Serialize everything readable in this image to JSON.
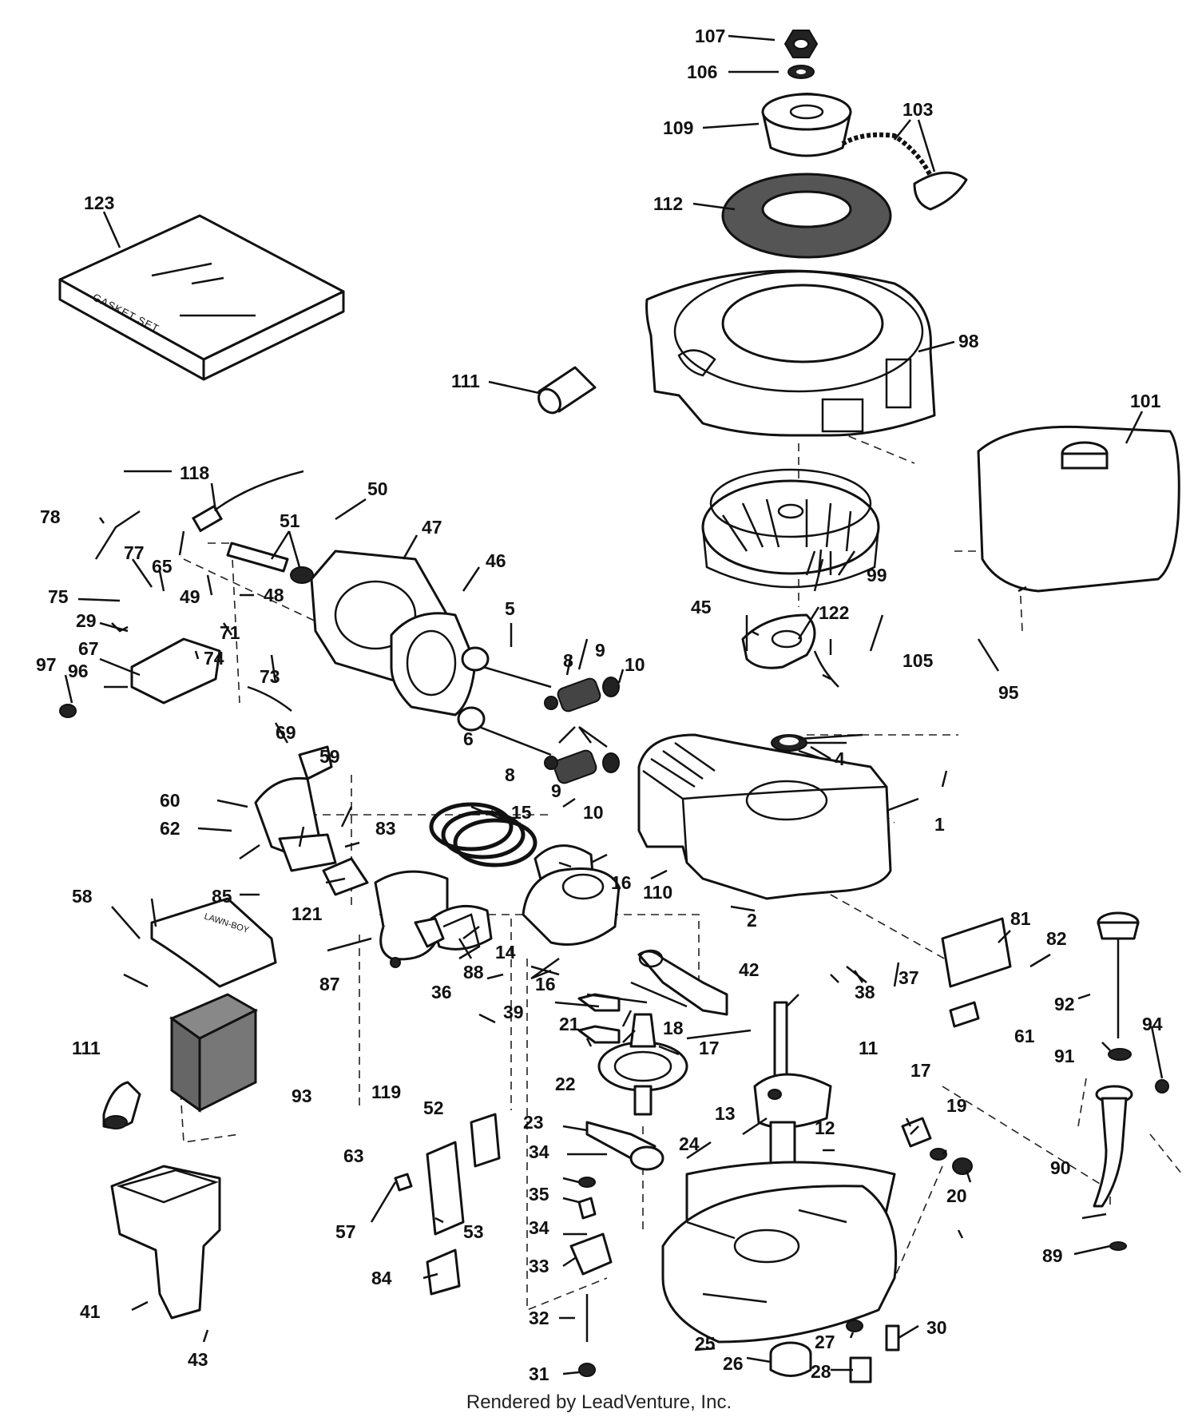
{
  "diagram": {
    "kit_label": "GASKET SET",
    "brand_mark": "LAWN-BOY",
    "labels": [
      {
        "key": "107",
        "text": "107"
      },
      {
        "key": "106",
        "text": "106"
      },
      {
        "key": "109",
        "text": "109"
      },
      {
        "key": "103",
        "text": "103"
      },
      {
        "key": "112",
        "text": "112"
      },
      {
        "key": "123",
        "text": "123"
      },
      {
        "key": "98",
        "text": "98"
      },
      {
        "key": "111a",
        "text": "111"
      },
      {
        "key": "101",
        "text": "101"
      },
      {
        "key": "118",
        "text": "118"
      },
      {
        "key": "50",
        "text": "50"
      },
      {
        "key": "78",
        "text": "78"
      },
      {
        "key": "51",
        "text": "51"
      },
      {
        "key": "47",
        "text": "47"
      },
      {
        "key": "77",
        "text": "77"
      },
      {
        "key": "65",
        "text": "65"
      },
      {
        "key": "49",
        "text": "49"
      },
      {
        "key": "48",
        "text": "48"
      },
      {
        "key": "46",
        "text": "46"
      },
      {
        "key": "75",
        "text": "75"
      },
      {
        "key": "29",
        "text": "29"
      },
      {
        "key": "71",
        "text": "71"
      },
      {
        "key": "74",
        "text": "74"
      },
      {
        "key": "73",
        "text": "73"
      },
      {
        "key": "67",
        "text": "67"
      },
      {
        "key": "96",
        "text": "96"
      },
      {
        "key": "97",
        "text": "97"
      },
      {
        "key": "69",
        "text": "69"
      },
      {
        "key": "5",
        "text": "5"
      },
      {
        "key": "8a",
        "text": "8"
      },
      {
        "key": "9a",
        "text": "9"
      },
      {
        "key": "10a",
        "text": "10"
      },
      {
        "key": "6",
        "text": "6"
      },
      {
        "key": "8b",
        "text": "8"
      },
      {
        "key": "9b",
        "text": "9"
      },
      {
        "key": "10b",
        "text": "10"
      },
      {
        "key": "45",
        "text": "45"
      },
      {
        "key": "122",
        "text": "122"
      },
      {
        "key": "99",
        "text": "99"
      },
      {
        "key": "105",
        "text": "105"
      },
      {
        "key": "95",
        "text": "95"
      },
      {
        "key": "4",
        "text": "4"
      },
      {
        "key": "59",
        "text": "59"
      },
      {
        "key": "60",
        "text": "60"
      },
      {
        "key": "62",
        "text": "62"
      },
      {
        "key": "85",
        "text": "85"
      },
      {
        "key": "83",
        "text": "83"
      },
      {
        "key": "15",
        "text": "15"
      },
      {
        "key": "16a",
        "text": "16"
      },
      {
        "key": "1",
        "text": "1"
      },
      {
        "key": "110",
        "text": "110"
      },
      {
        "key": "121",
        "text": "121"
      },
      {
        "key": "2",
        "text": "2"
      },
      {
        "key": "87",
        "text": "87"
      },
      {
        "key": "88",
        "text": "88"
      },
      {
        "key": "14",
        "text": "14"
      },
      {
        "key": "81",
        "text": "81"
      },
      {
        "key": "82",
        "text": "82"
      },
      {
        "key": "37",
        "text": "37"
      },
      {
        "key": "38",
        "text": "38"
      },
      {
        "key": "42",
        "text": "42"
      },
      {
        "key": "61",
        "text": "61"
      },
      {
        "key": "58",
        "text": "58"
      },
      {
        "key": "16b",
        "text": "16"
      },
      {
        "key": "36",
        "text": "36"
      },
      {
        "key": "39",
        "text": "39"
      },
      {
        "key": "18",
        "text": "18"
      },
      {
        "key": "17a",
        "text": "17"
      },
      {
        "key": "21",
        "text": "21"
      },
      {
        "key": "11",
        "text": "11"
      },
      {
        "key": "92",
        "text": "92"
      },
      {
        "key": "94",
        "text": "94"
      },
      {
        "key": "91",
        "text": "91"
      },
      {
        "key": "111b",
        "text": "111"
      },
      {
        "key": "93",
        "text": "93"
      },
      {
        "key": "119",
        "text": "119"
      },
      {
        "key": "22",
        "text": "22"
      },
      {
        "key": "13",
        "text": "13"
      },
      {
        "key": "17b",
        "text": "17"
      },
      {
        "key": "19",
        "text": "19"
      },
      {
        "key": "12",
        "text": "12"
      },
      {
        "key": "52",
        "text": "52"
      },
      {
        "key": "23",
        "text": "23"
      },
      {
        "key": "24",
        "text": "24"
      },
      {
        "key": "20",
        "text": "20"
      },
      {
        "key": "90",
        "text": "90"
      },
      {
        "key": "63",
        "text": "63"
      },
      {
        "key": "34a",
        "text": "34"
      },
      {
        "key": "35",
        "text": "35"
      },
      {
        "key": "57",
        "text": "57"
      },
      {
        "key": "53",
        "text": "53"
      },
      {
        "key": "34b",
        "text": "34"
      },
      {
        "key": "89",
        "text": "89"
      },
      {
        "key": "84",
        "text": "84"
      },
      {
        "key": "33",
        "text": "33"
      },
      {
        "key": "41",
        "text": "41"
      },
      {
        "key": "32",
        "text": "32"
      },
      {
        "key": "30",
        "text": "30"
      },
      {
        "key": "27",
        "text": "27"
      },
      {
        "key": "43",
        "text": "43"
      },
      {
        "key": "31",
        "text": "31"
      },
      {
        "key": "25",
        "text": "25"
      },
      {
        "key": "26",
        "text": "26"
      },
      {
        "key": "28",
        "text": "28"
      }
    ]
  },
  "footer": {
    "credit": "Rendered by LeadVenture, Inc."
  }
}
